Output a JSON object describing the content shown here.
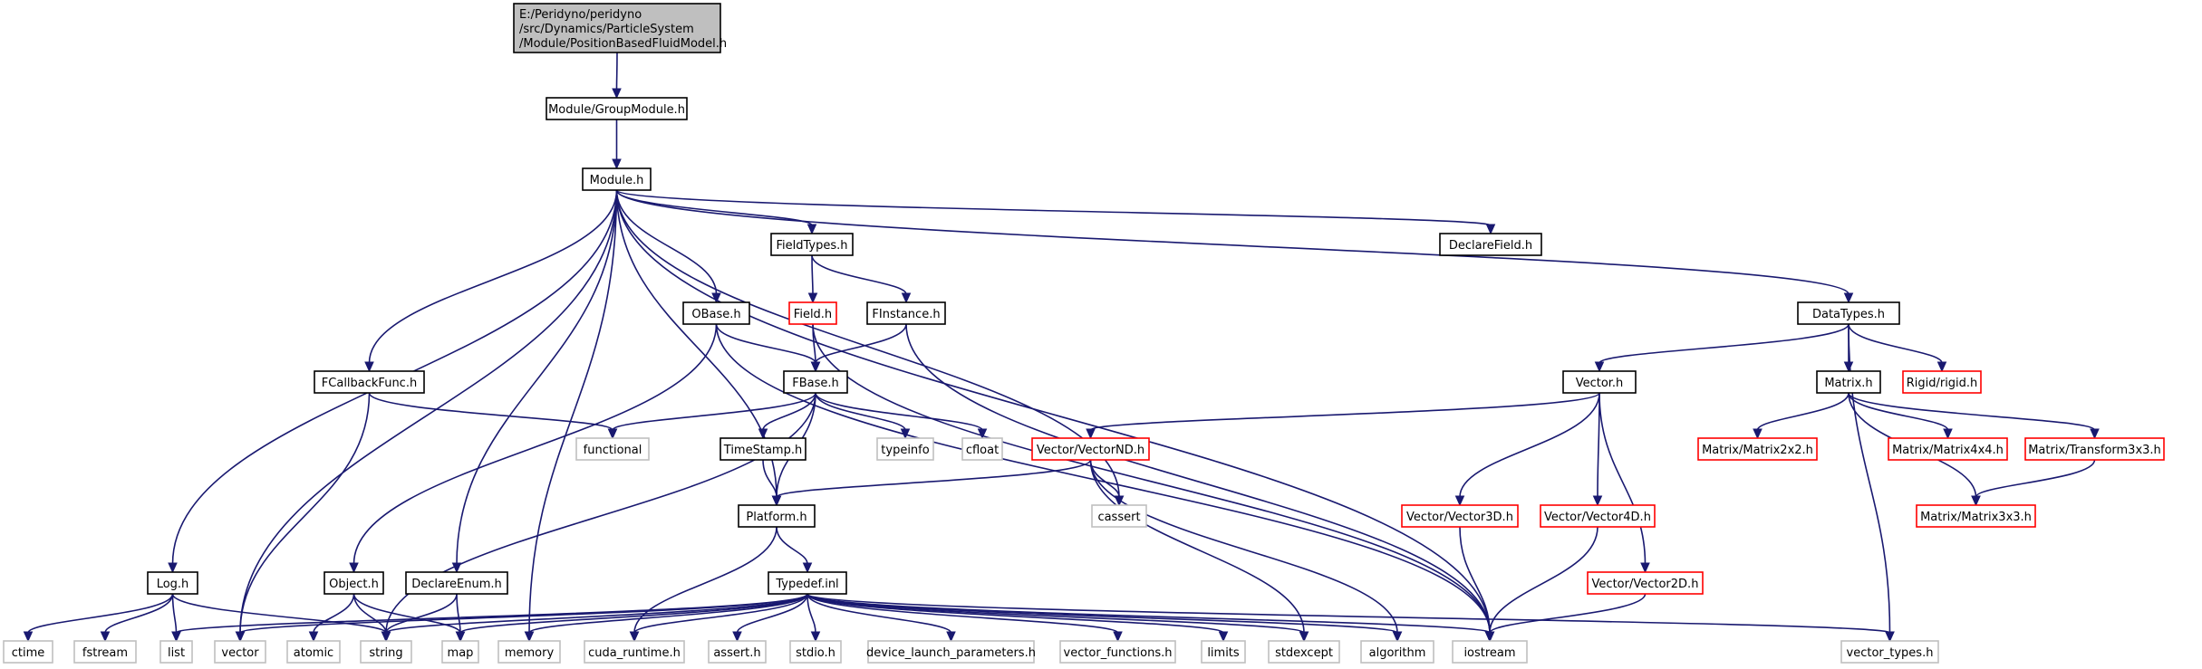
{
  "root": {
    "lines": [
      "E:/Peridyno/peridyno",
      "/src/Dynamics/ParticleSystem",
      "/Module/PositionBasedFluidModel.h"
    ]
  },
  "nodes": [
    {
      "id": "GroupModule",
      "label": "Module/GroupModule.h",
      "kind": "doc"
    },
    {
      "id": "Module",
      "label": "Module.h",
      "kind": "doc"
    },
    {
      "id": "DeclareField",
      "label": "DeclareField.h",
      "kind": "doc"
    },
    {
      "id": "FieldTypes",
      "label": "FieldTypes.h",
      "kind": "doc"
    },
    {
      "id": "OBase",
      "label": "OBase.h",
      "kind": "doc"
    },
    {
      "id": "Field",
      "label": "Field.h",
      "kind": "red"
    },
    {
      "id": "FInstance",
      "label": "FInstance.h",
      "kind": "doc"
    },
    {
      "id": "DataTypes",
      "label": "DataTypes.h",
      "kind": "doc"
    },
    {
      "id": "FCallbackFunc",
      "label": "FCallbackFunc.h",
      "kind": "doc"
    },
    {
      "id": "FBase",
      "label": "FBase.h",
      "kind": "doc"
    },
    {
      "id": "Vector",
      "label": "Vector.h",
      "kind": "doc"
    },
    {
      "id": "MatrixH",
      "label": "Matrix.h",
      "kind": "doc"
    },
    {
      "id": "Rigid",
      "label": "Rigid/rigid.h",
      "kind": "red"
    },
    {
      "id": "functional",
      "label": "functional",
      "kind": "sys"
    },
    {
      "id": "TimeStamp",
      "label": "TimeStamp.h",
      "kind": "doc"
    },
    {
      "id": "typeinfo",
      "label": "typeinfo",
      "kind": "sys"
    },
    {
      "id": "cfloat",
      "label": "cfloat",
      "kind": "sys"
    },
    {
      "id": "VectorND",
      "label": "Vector/VectorND.h",
      "kind": "red"
    },
    {
      "id": "M2x2",
      "label": "Matrix/Matrix2x2.h",
      "kind": "red"
    },
    {
      "id": "M4x4",
      "label": "Matrix/Matrix4x4.h",
      "kind": "red"
    },
    {
      "id": "T3x3",
      "label": "Matrix/Transform3x3.h",
      "kind": "red"
    },
    {
      "id": "Platform",
      "label": "Platform.h",
      "kind": "doc"
    },
    {
      "id": "cassert",
      "label": "cassert",
      "kind": "sys"
    },
    {
      "id": "V3D",
      "label": "Vector/Vector3D.h",
      "kind": "red"
    },
    {
      "id": "V4D",
      "label": "Vector/Vector4D.h",
      "kind": "red"
    },
    {
      "id": "M3x3",
      "label": "Matrix/Matrix3x3.h",
      "kind": "red"
    },
    {
      "id": "Log",
      "label": "Log.h",
      "kind": "doc"
    },
    {
      "id": "Object",
      "label": "Object.h",
      "kind": "doc"
    },
    {
      "id": "DeclareEnum",
      "label": "DeclareEnum.h",
      "kind": "doc"
    },
    {
      "id": "Typedef",
      "label": "Typedef.inl",
      "kind": "doc"
    },
    {
      "id": "V2D",
      "label": "Vector/Vector2D.h",
      "kind": "red"
    },
    {
      "id": "ctime",
      "label": "ctime",
      "kind": "sys"
    },
    {
      "id": "fstream",
      "label": "fstream",
      "kind": "sys"
    },
    {
      "id": "list",
      "label": "list",
      "kind": "sys"
    },
    {
      "id": "vector",
      "label": "vector",
      "kind": "sys"
    },
    {
      "id": "atomic",
      "label": "atomic",
      "kind": "sys"
    },
    {
      "id": "string",
      "label": "string",
      "kind": "sys"
    },
    {
      "id": "map",
      "label": "map",
      "kind": "sys"
    },
    {
      "id": "memory",
      "label": "memory",
      "kind": "sys"
    },
    {
      "id": "cuda_runtime",
      "label": "cuda_runtime.h",
      "kind": "sys"
    },
    {
      "id": "assert",
      "label": "assert.h",
      "kind": "sys"
    },
    {
      "id": "stdio",
      "label": "stdio.h",
      "kind": "sys"
    },
    {
      "id": "dlp",
      "label": "device_launch_parameters.h",
      "kind": "sys"
    },
    {
      "id": "vecfun",
      "label": "vector_functions.h",
      "kind": "sys"
    },
    {
      "id": "limits",
      "label": "limits",
      "kind": "sys"
    },
    {
      "id": "stdexcept",
      "label": "stdexcept",
      "kind": "sys"
    },
    {
      "id": "algorithm",
      "label": "algorithm",
      "kind": "sys"
    },
    {
      "id": "iostream",
      "label": "iostream",
      "kind": "sys"
    },
    {
      "id": "vector_types",
      "label": "vector_types.h",
      "kind": "sys"
    }
  ],
  "edges": [
    [
      "root",
      "GroupModule"
    ],
    [
      "GroupModule",
      "Module"
    ],
    [
      "Module",
      "Log"
    ],
    [
      "Module",
      "vector"
    ],
    [
      "Module",
      "FCallbackFunc"
    ],
    [
      "Module",
      "DeclareEnum"
    ],
    [
      "Module",
      "memory"
    ],
    [
      "Module",
      "Platform"
    ],
    [
      "Module",
      "OBase"
    ],
    [
      "Module",
      "FieldTypes"
    ],
    [
      "Module",
      "cassert"
    ],
    [
      "Module",
      "iostream"
    ],
    [
      "Module",
      "DeclareField"
    ],
    [
      "Module",
      "DataTypes"
    ],
    [
      "FieldTypes",
      "Field"
    ],
    [
      "FieldTypes",
      "FInstance"
    ],
    [
      "OBase",
      "FBase"
    ],
    [
      "OBase",
      "Object"
    ],
    [
      "OBase",
      "iostream"
    ],
    [
      "Field",
      "FBase"
    ],
    [
      "Field",
      "iostream"
    ],
    [
      "FInstance",
      "FBase"
    ],
    [
      "FInstance",
      "iostream"
    ],
    [
      "FCallbackFunc",
      "functional"
    ],
    [
      "FCallbackFunc",
      "vector"
    ],
    [
      "FBase",
      "functional"
    ],
    [
      "FBase",
      "TimeStamp"
    ],
    [
      "FBase",
      "typeinfo"
    ],
    [
      "FBase",
      "cfloat"
    ],
    [
      "FBase",
      "Platform"
    ],
    [
      "FBase",
      "string"
    ],
    [
      "TimeStamp",
      "Platform"
    ],
    [
      "DataTypes",
      "Vector"
    ],
    [
      "DataTypes",
      "MatrixH"
    ],
    [
      "DataTypes",
      "Rigid"
    ],
    [
      "DataTypes",
      "vector_types"
    ],
    [
      "Vector",
      "VectorND"
    ],
    [
      "Vector",
      "V3D"
    ],
    [
      "Vector",
      "V4D"
    ],
    [
      "Vector",
      "V2D"
    ],
    [
      "MatrixH",
      "M2x2"
    ],
    [
      "MatrixH",
      "M4x4"
    ],
    [
      "MatrixH",
      "T3x3"
    ],
    [
      "MatrixH",
      "M3x3"
    ],
    [
      "T3x3",
      "M3x3"
    ],
    [
      "VectorND",
      "Platform"
    ],
    [
      "VectorND",
      "cassert"
    ],
    [
      "VectorND",
      "algorithm"
    ],
    [
      "VectorND",
      "stdexcept"
    ],
    [
      "Platform",
      "Typedef"
    ],
    [
      "Platform",
      "cuda_runtime"
    ],
    [
      "V3D",
      "iostream"
    ],
    [
      "V4D",
      "iostream"
    ],
    [
      "V2D",
      "iostream"
    ],
    [
      "Log",
      "ctime"
    ],
    [
      "Log",
      "fstream"
    ],
    [
      "Log",
      "list"
    ],
    [
      "Log",
      "string"
    ],
    [
      "Object",
      "atomic"
    ],
    [
      "Object",
      "string"
    ],
    [
      "Object",
      "map"
    ],
    [
      "DeclareEnum",
      "string"
    ],
    [
      "DeclareEnum",
      "map"
    ],
    [
      "Typedef",
      "list"
    ],
    [
      "Typedef",
      "vector"
    ],
    [
      "Typedef",
      "string"
    ],
    [
      "Typedef",
      "map"
    ],
    [
      "Typedef",
      "memory"
    ],
    [
      "Typedef",
      "cuda_runtime"
    ],
    [
      "Typedef",
      "assert"
    ],
    [
      "Typedef",
      "stdio"
    ],
    [
      "Typedef",
      "dlp"
    ],
    [
      "Typedef",
      "vecfun"
    ],
    [
      "Typedef",
      "limits"
    ],
    [
      "Typedef",
      "stdexcept"
    ],
    [
      "Typedef",
      "algorithm"
    ],
    [
      "Typedef",
      "iostream"
    ],
    [
      "Typedef",
      "vector_types"
    ]
  ]
}
